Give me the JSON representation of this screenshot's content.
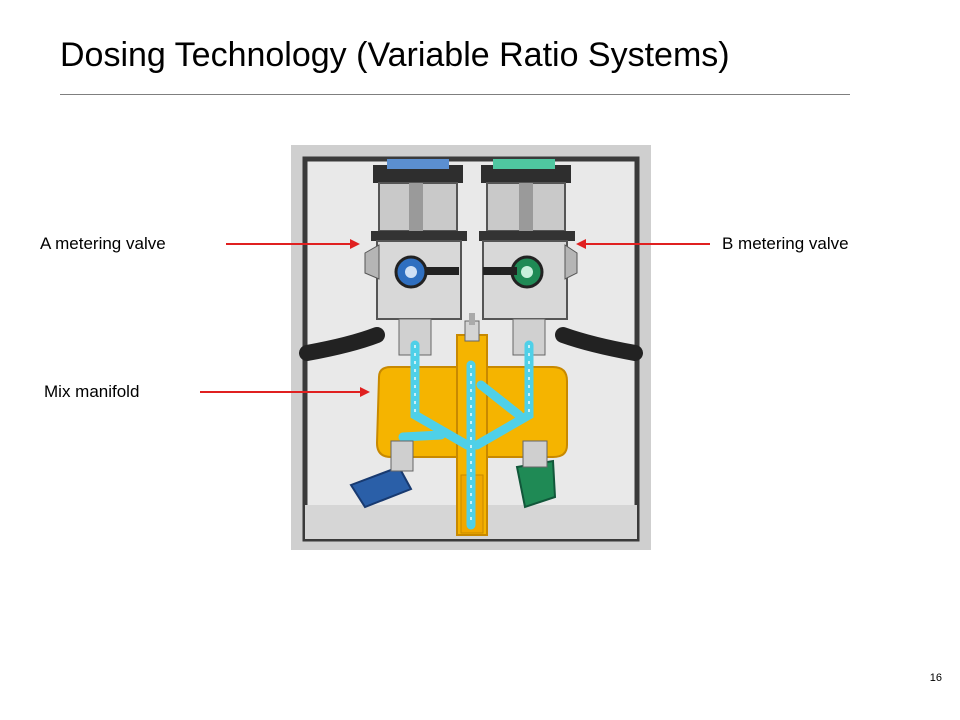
{
  "slide": {
    "title": "Dosing Technology (Variable Ratio Systems)",
    "page_number": "16"
  },
  "callouts": {
    "a_metering_valve": "A metering valve",
    "b_metering_valve": "B metering valve",
    "mix_manifold": "Mix manifold"
  },
  "colors": {
    "arrow": "#e02020",
    "manifold": "#f5b400",
    "fluid": "#4fd0e8",
    "valve_a": "#2a5fa8",
    "valve_b": "#1f8a55"
  }
}
